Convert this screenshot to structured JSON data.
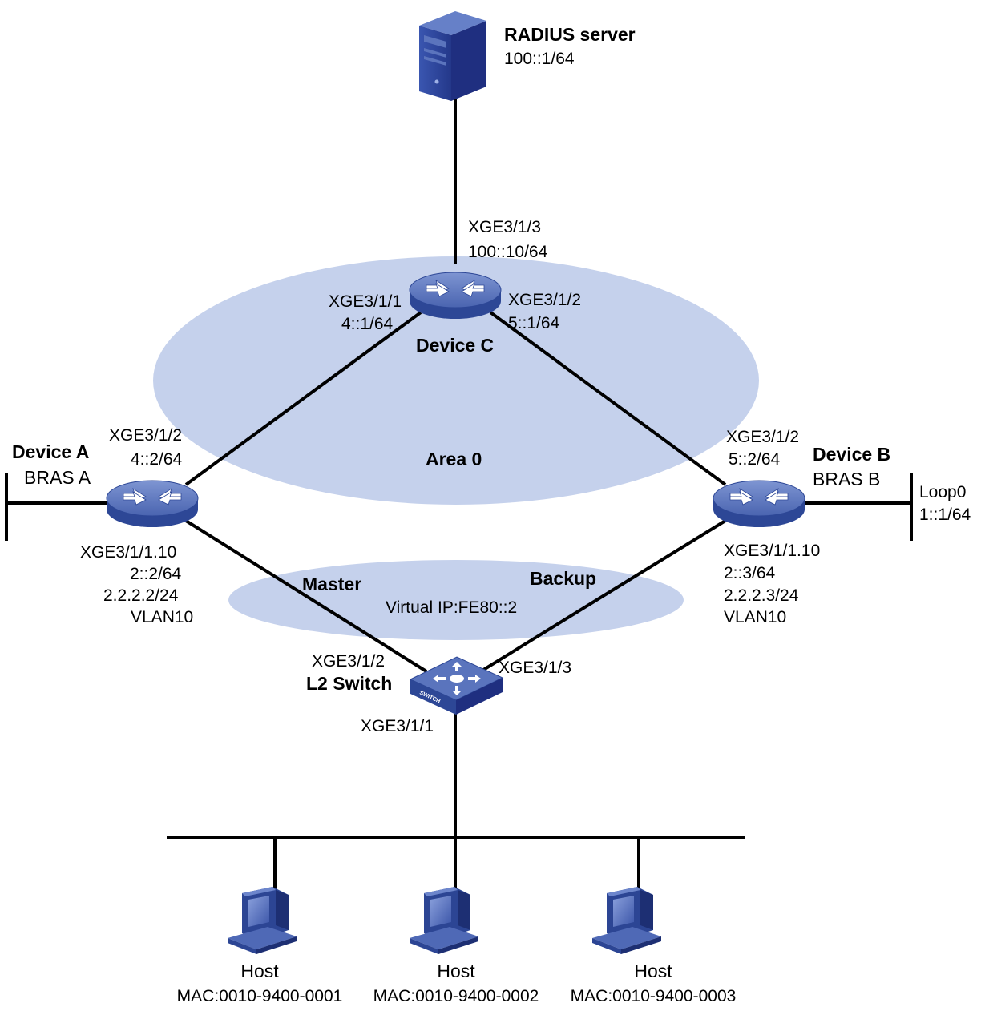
{
  "areas": {
    "area0": "Area 0",
    "vrrp_master": "Master",
    "vrrp_backup": "Backup",
    "virtual_ip": "Virtual IP:FE80::2"
  },
  "radius": {
    "name": "RADIUS server",
    "ip": "100::1/64"
  },
  "device_c": {
    "name": "Device C",
    "xge313_if": "XGE3/1/3",
    "xge313_ip": "100::10/64",
    "xge311_if": "XGE3/1/1",
    "xge311_ip": "4::1/64",
    "xge312_if": "XGE3/1/2",
    "xge312_ip": "5::1/64"
  },
  "device_a": {
    "name": "Device A",
    "role": "BRAS A",
    "up_if": "XGE3/1/2",
    "up_ip": "4::2/64",
    "down_if": "XGE3/1/1.10",
    "down_ip6": "2::2/64",
    "down_ip4": "2.2.2.2/24",
    "down_vlan": "VLAN10"
  },
  "device_b": {
    "name": "Device B",
    "role": "BRAS B",
    "up_if": "XGE3/1/2",
    "up_ip": "5::2/64",
    "down_if": "XGE3/1/1.10",
    "down_ip6": "2::3/64",
    "down_ip4": "2.2.2.3/24",
    "down_vlan": "VLAN10",
    "loop_if": "Loop0",
    "loop_ip": "1::1/64"
  },
  "l2_switch": {
    "name": "L2 Switch",
    "badge": "SWITCH",
    "port_a": "XGE3/1/2",
    "port_b": "XGE3/1/3",
    "port_hosts": "XGE3/1/1"
  },
  "hosts": [
    {
      "label": "Host",
      "mac": "MAC:0010-9400-0001"
    },
    {
      "label": "Host",
      "mac": "MAC:0010-9400-0002"
    },
    {
      "label": "Host",
      "mac": "MAC:0010-9400-0003"
    }
  ],
  "colors": {
    "area_fill": "#c5d1ec",
    "device_dark": "#2d4796",
    "device_light": "#5872bb",
    "server_dark": "#1f2f80"
  },
  "icons": {
    "server": "server-tower-icon",
    "router": "router-icon",
    "switch": "switch-icon",
    "host": "desktop-pc-icon"
  }
}
